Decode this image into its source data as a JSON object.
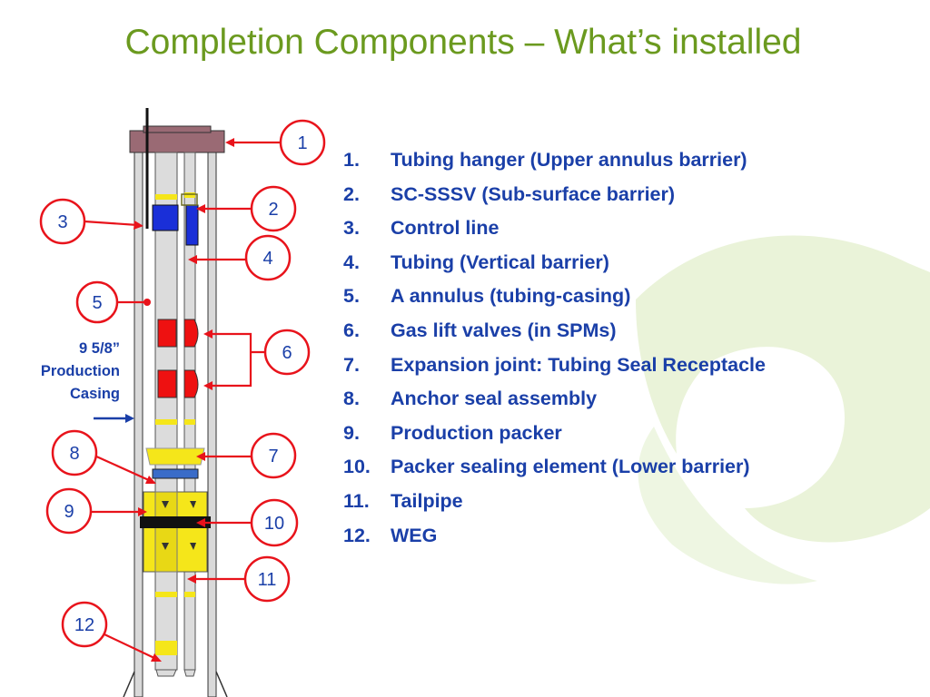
{
  "title": "Completion Components  – What’s installed",
  "casing_label": [
    "9 5/8”",
    "Production",
    "Casing"
  ],
  "callouts": [
    "1",
    "2",
    "3",
    "4",
    "5",
    "6",
    "7",
    "8",
    "9",
    "10",
    "11",
    "12"
  ],
  "legend": [
    {
      "num": "1.",
      "text": "Tubing hanger (Upper annulus barrier)"
    },
    {
      "num": "2.",
      "text": "SC-SSSV (Sub-surface barrier)"
    },
    {
      "num": "3.",
      "text": "Control line"
    },
    {
      "num": "4.",
      "text": "Tubing (Vertical barrier)"
    },
    {
      "num": "5.",
      "text": "A annulus (tubing-casing)"
    },
    {
      "num": "6.",
      "text": "Gas lift valves (in SPMs)"
    },
    {
      "num": "7.",
      "text": "Expansion joint: Tubing Seal Receptacle"
    },
    {
      "num": "8.",
      "text": "Anchor seal assembly"
    },
    {
      "num": "9.",
      "text": "Production packer"
    },
    {
      "num": "10.",
      "text": "Packer sealing element (Lower barrier)"
    },
    {
      "num": "11.",
      "text": "Tailpipe"
    },
    {
      "num": "12.",
      "text": "WEG"
    }
  ],
  "colors": {
    "title": "#6b9a1f",
    "legend_text": "#1a3fa8",
    "callout_stroke": "#e8131b",
    "hanger": "#9a6a74",
    "sssv": "#1a2fd8",
    "glv": "#ee1111",
    "packer": "#f5e61a"
  }
}
